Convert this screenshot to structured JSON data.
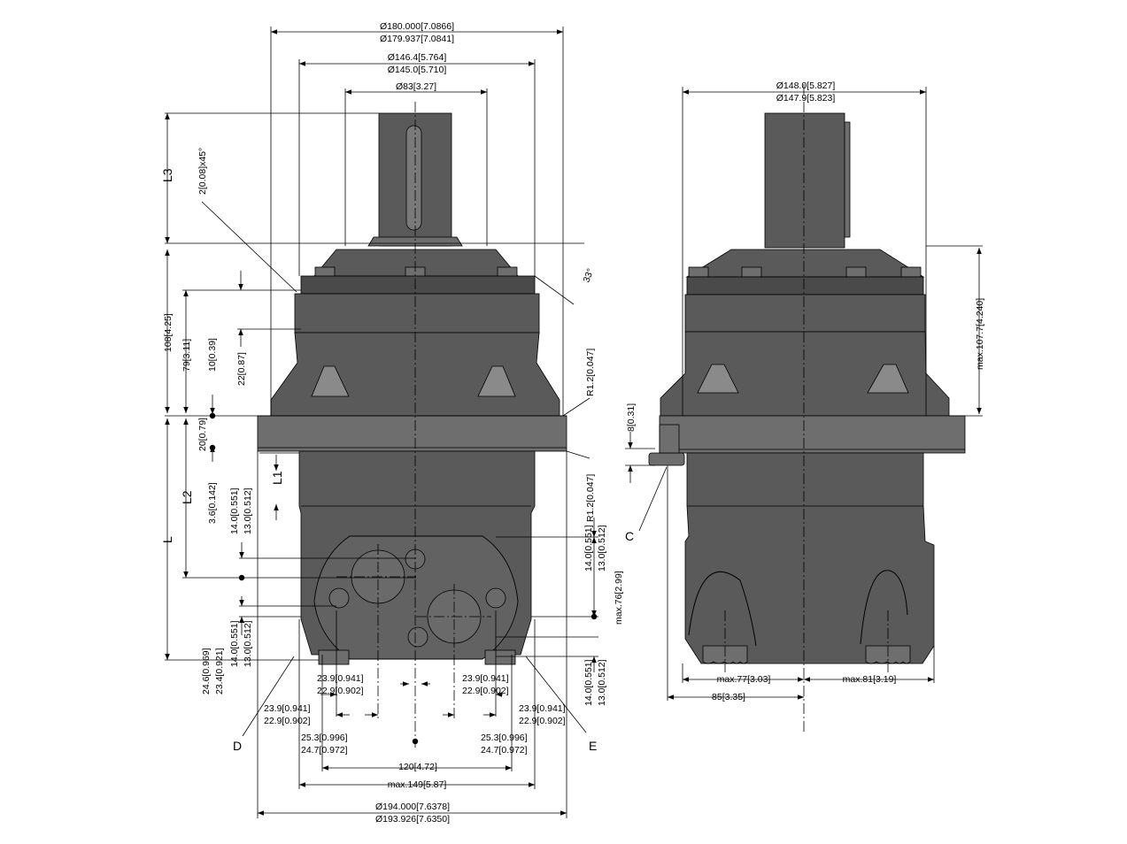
{
  "front_view": {
    "dim_d180": [
      "Ø180.000[7.0866]",
      "Ø179.937[7.0841]"
    ],
    "dim_d146": [
      "Ø146.4[5.764]",
      "Ø145.0[5.710]"
    ],
    "dim_d83": "Ø83[3.27]",
    "chamfer": "2[0.08]x45°",
    "angle": "33°",
    "l3": "L3",
    "l2": "L2",
    "l1": "L1",
    "l": "L",
    "dim_108": "108[4.25]",
    "dim_79": "79[3.11]",
    "dim_10": "10[0.39]",
    "dim_22": "22[0.87]",
    "dim_20": "20[0.79]",
    "dim_3_6": "3.6[0.142]",
    "dim_14a": [
      "14.0[0.551]",
      "13.0[0.512]"
    ],
    "dim_14b": [
      "14.0[0.551]",
      "13.0[0.512]"
    ],
    "dim_14c": [
      "14.0[0.551]",
      "13.0[0.512]"
    ],
    "dim_14d": [
      "14.0[0.551]",
      "13.0[0.512]"
    ],
    "dim_24_6": [
      "24.6[0.969]",
      "23.4[0.921]"
    ],
    "r1_top": "R1.2[0.047]",
    "r1_bottom": "R1.2[0.047]",
    "max_76": "max.76[2.99]",
    "dim_23_9_a": [
      "23.9[0.941]",
      "22.9[0.902]"
    ],
    "dim_23_9_b": [
      "23.9[0.941]",
      "22.9[0.902]"
    ],
    "dim_23_9_c": [
      "23.9[0.941]",
      "22.9[0.902]"
    ],
    "dim_23_9_d": [
      "23.9[0.941]",
      "22.9[0.902]"
    ],
    "dim_25_3_a": [
      "25.3[0.996]",
      "24.7[0.972]"
    ],
    "dim_25_3_b": [
      "25.3[0.996]",
      "24.7[0.972]"
    ],
    "dim_120": "120[4.72]",
    "max_149": "max.149[5.87]",
    "dim_d194": [
      "Ø194.000[7.6378]",
      "Ø193.926[7.6350]"
    ],
    "label_c": "C",
    "label_d": "D",
    "label_e": "E"
  },
  "side_view": {
    "dim_d148": [
      "Ø148.0[5.827]",
      "Ø147.9[5.823]"
    ],
    "max_107": "max.107.7[4.240]",
    "dim_8": "8[0.31]",
    "max_77": "max.77[3.03]",
    "max_81": "max.81[3.19]",
    "dim_85": "85[3.35]"
  }
}
